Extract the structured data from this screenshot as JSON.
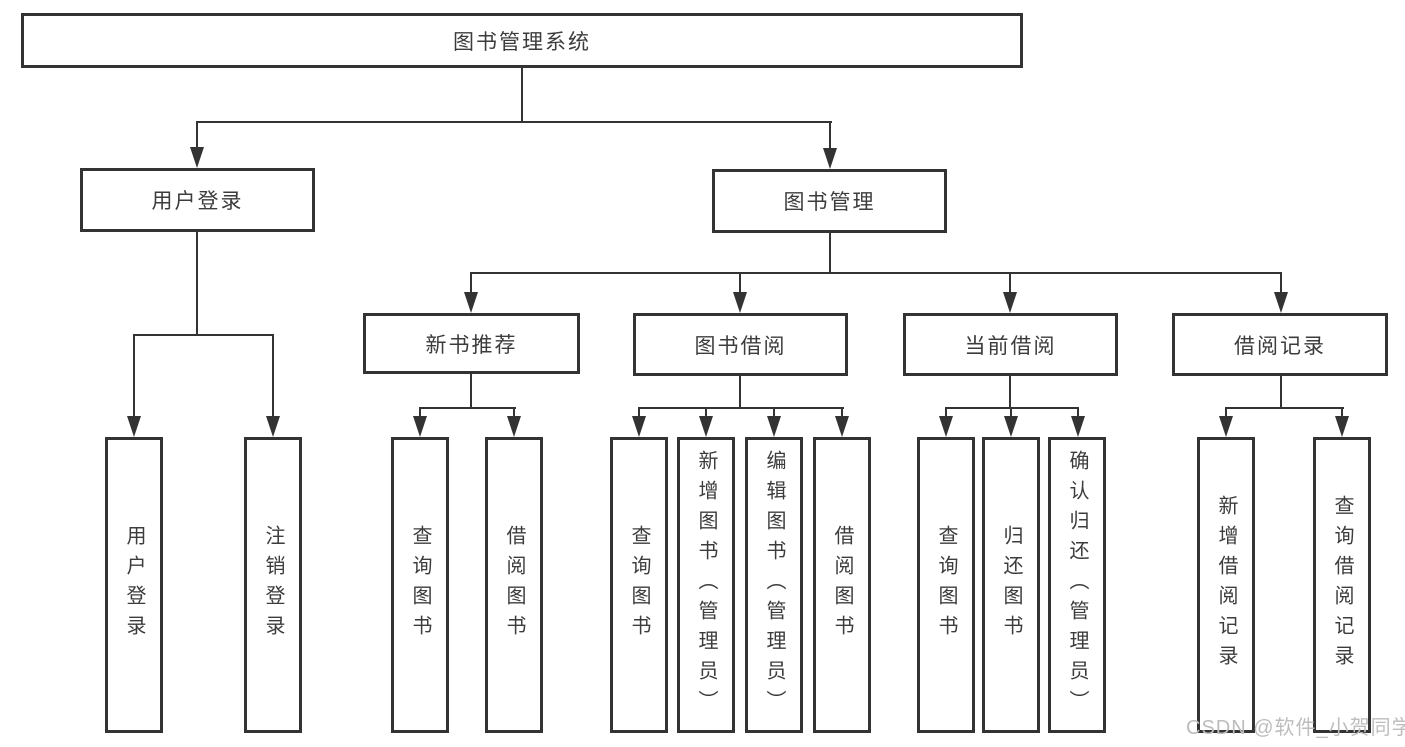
{
  "title": "图书管理系统",
  "watermark": "CSDN @软件_小贺同学",
  "colors": {
    "line": "#333333",
    "text": "#3c3c3c",
    "background": "#ffffff",
    "watermark": "#bdbdbd"
  },
  "nodes": {
    "root": "图书管理系统",
    "level2": {
      "userLogin": "用户登录",
      "bookManagement": "图书管理"
    },
    "level3": {
      "newBookRecommend": "新书推荐",
      "bookBorrow": "图书借阅",
      "currentBorrow": "当前借阅",
      "borrowRecord": "借阅记录"
    },
    "leaves": [
      "用户登录",
      "注销登录",
      "查询图书",
      "借阅图书",
      "查询图书",
      "新增图书（管理员）",
      "编辑图书（管理员）",
      "借阅图书",
      "查询图书",
      "归还图书",
      "确认归还（管理员）",
      "新增借阅记录",
      "查询借阅记录"
    ]
  },
  "hierarchy": {
    "图书管理系统": [
      "用户登录",
      "图书管理"
    ],
    "用户登录": [
      "用户登录",
      "注销登录"
    ],
    "图书管理": [
      "新书推荐",
      "图书借阅",
      "当前借阅",
      "借阅记录"
    ],
    "新书推荐": [
      "查询图书",
      "借阅图书"
    ],
    "图书借阅": [
      "查询图书",
      "新增图书（管理员）",
      "编辑图书（管理员）",
      "借阅图书"
    ],
    "当前借阅": [
      "查询图书",
      "归还图书",
      "确认归还（管理员）"
    ],
    "借阅记录": [
      "新增借阅记录",
      "查询借阅记录"
    ]
  }
}
